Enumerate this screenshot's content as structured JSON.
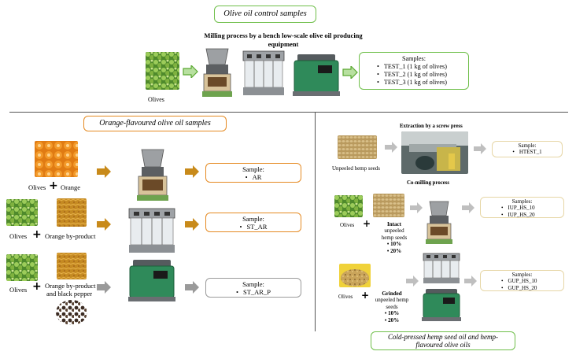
{
  "top": {
    "title": "Olive oil control samples",
    "process": "Milling process by a bench low-scale olive oil producing equipment",
    "olives_label": "Olives",
    "samples_title": "Samples:",
    "samples": [
      "TEST_1 (1 kg of olives)",
      "TEST_2 (1 kg of olives)",
      "TEST_3 (1 kg of olives)"
    ]
  },
  "left": {
    "title": "Orange-flavoured olive oil samples",
    "row1": {
      "a": "Olives",
      "b": "Orange",
      "sample_title": "Sample:",
      "sample": "AR"
    },
    "row2": {
      "a": "Olives",
      "b": "Orange by-product",
      "sample_title": "Sample:",
      "sample": "ST_AR"
    },
    "row3": {
      "a": "Olives",
      "b1": "Orange by-product",
      "b2": "and black pepper",
      "sample_title": "Sample:",
      "sample": "ST_AR_P"
    }
  },
  "right": {
    "title": "Cold-pressed hemp seed oil and hemp-flavoured olive oils",
    "press_title": "Extraction by a screw press",
    "hemp_label": "Unpeeled hemp seeds",
    "press_sample_title": "Sample:",
    "press_sample": "HTEST_1",
    "comill_title": "Co-milling process",
    "intact": {
      "a": "Olives",
      "b_bold": "Intact",
      "b1": "unpeeled",
      "b2": "hemp seeds",
      "p1": "10%",
      "p2": "20%",
      "samples_title": "Samples:",
      "samples": [
        "IUP_HS_10",
        "IUP_HS_20"
      ]
    },
    "grinded": {
      "a": "Olives",
      "b_bold": "Grinded",
      "b1": "unpeeled hemp",
      "b2": "seeds",
      "p1": "10%",
      "p2": "20%",
      "samples_title": "Samples:",
      "samples": [
        "GUP_HS_10",
        "GUP_HS_20"
      ]
    }
  },
  "colors": {
    "green": "#6fbf4a",
    "orange": "#e58a22",
    "gray": "#9a9a9a",
    "olive_arrow": "#c88a1a",
    "box_pale": "#e6d6a6"
  }
}
